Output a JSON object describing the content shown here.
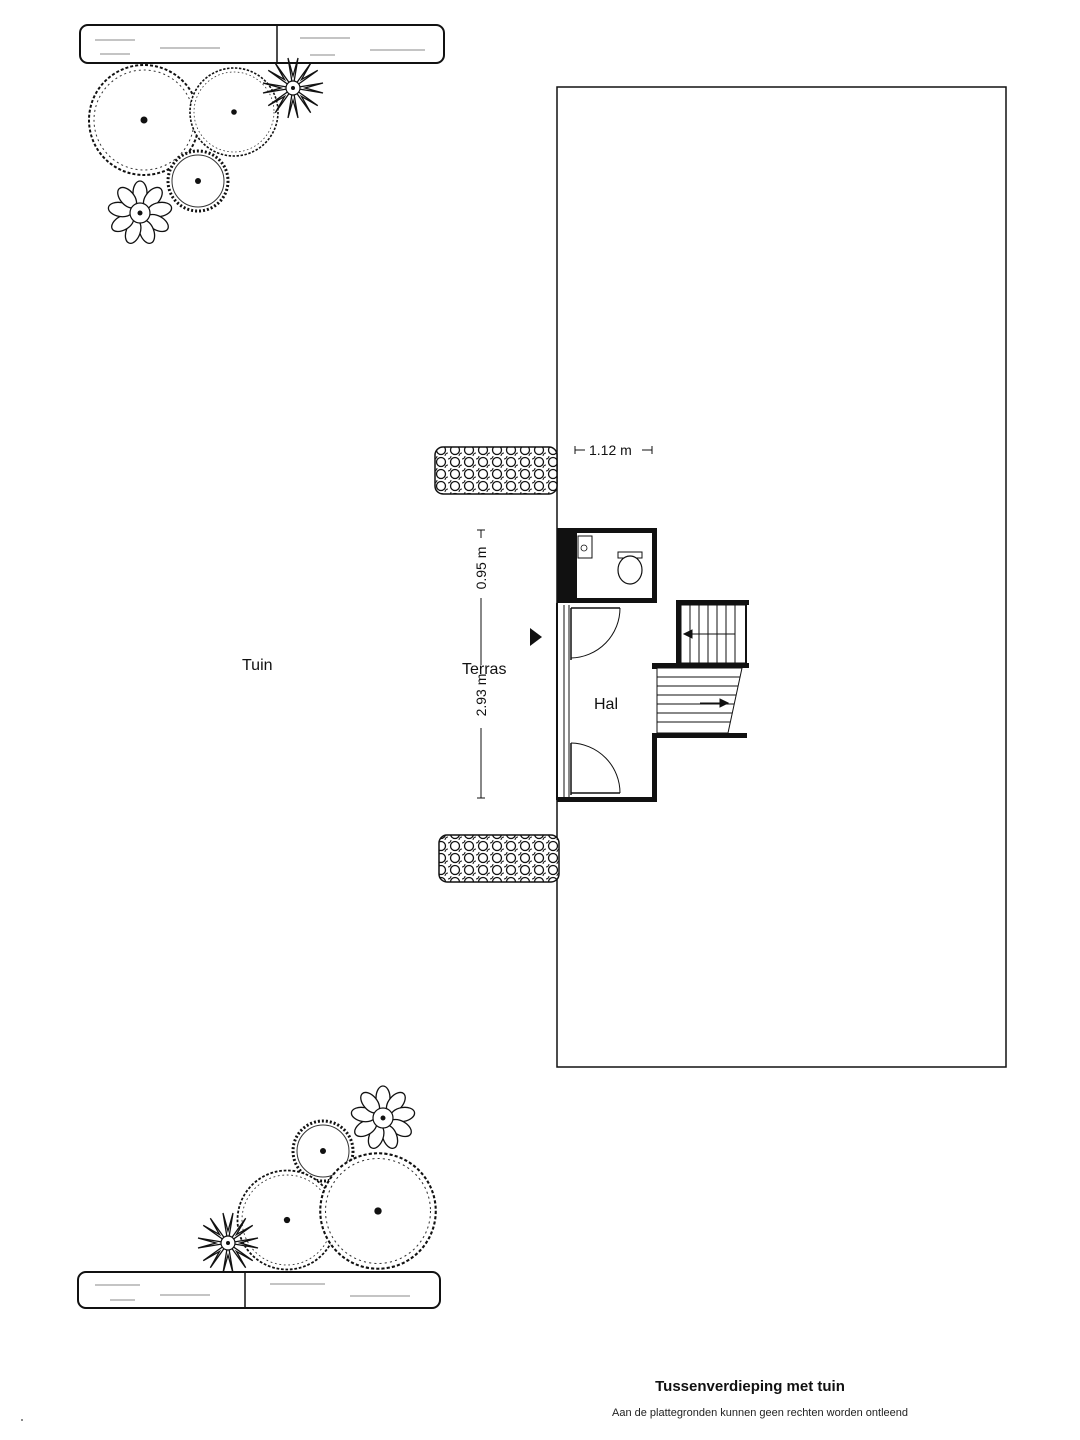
{
  "rooms": {
    "tuin": "Tuin",
    "terras": "Terras",
    "hal": "Hal"
  },
  "dimensions": {
    "d1": "1.12 m",
    "d2": "0.95 m",
    "d3": "2.93 m"
  },
  "footer": {
    "title": "Tussenverdieping met tuin",
    "disclaimer": "Aan de plattegronden kunnen geen rechten worden ontleend"
  },
  "icons": [
    "tree-icon",
    "shrub-icon",
    "flower-icon",
    "star-plant-icon",
    "hedge-icon",
    "bench-icon",
    "toilet-icon",
    "sink-icon",
    "door-icon",
    "stair-icon",
    "entrance-arrow-icon"
  ],
  "colors": {
    "ink": "#111111",
    "paper": "#ffffff"
  }
}
